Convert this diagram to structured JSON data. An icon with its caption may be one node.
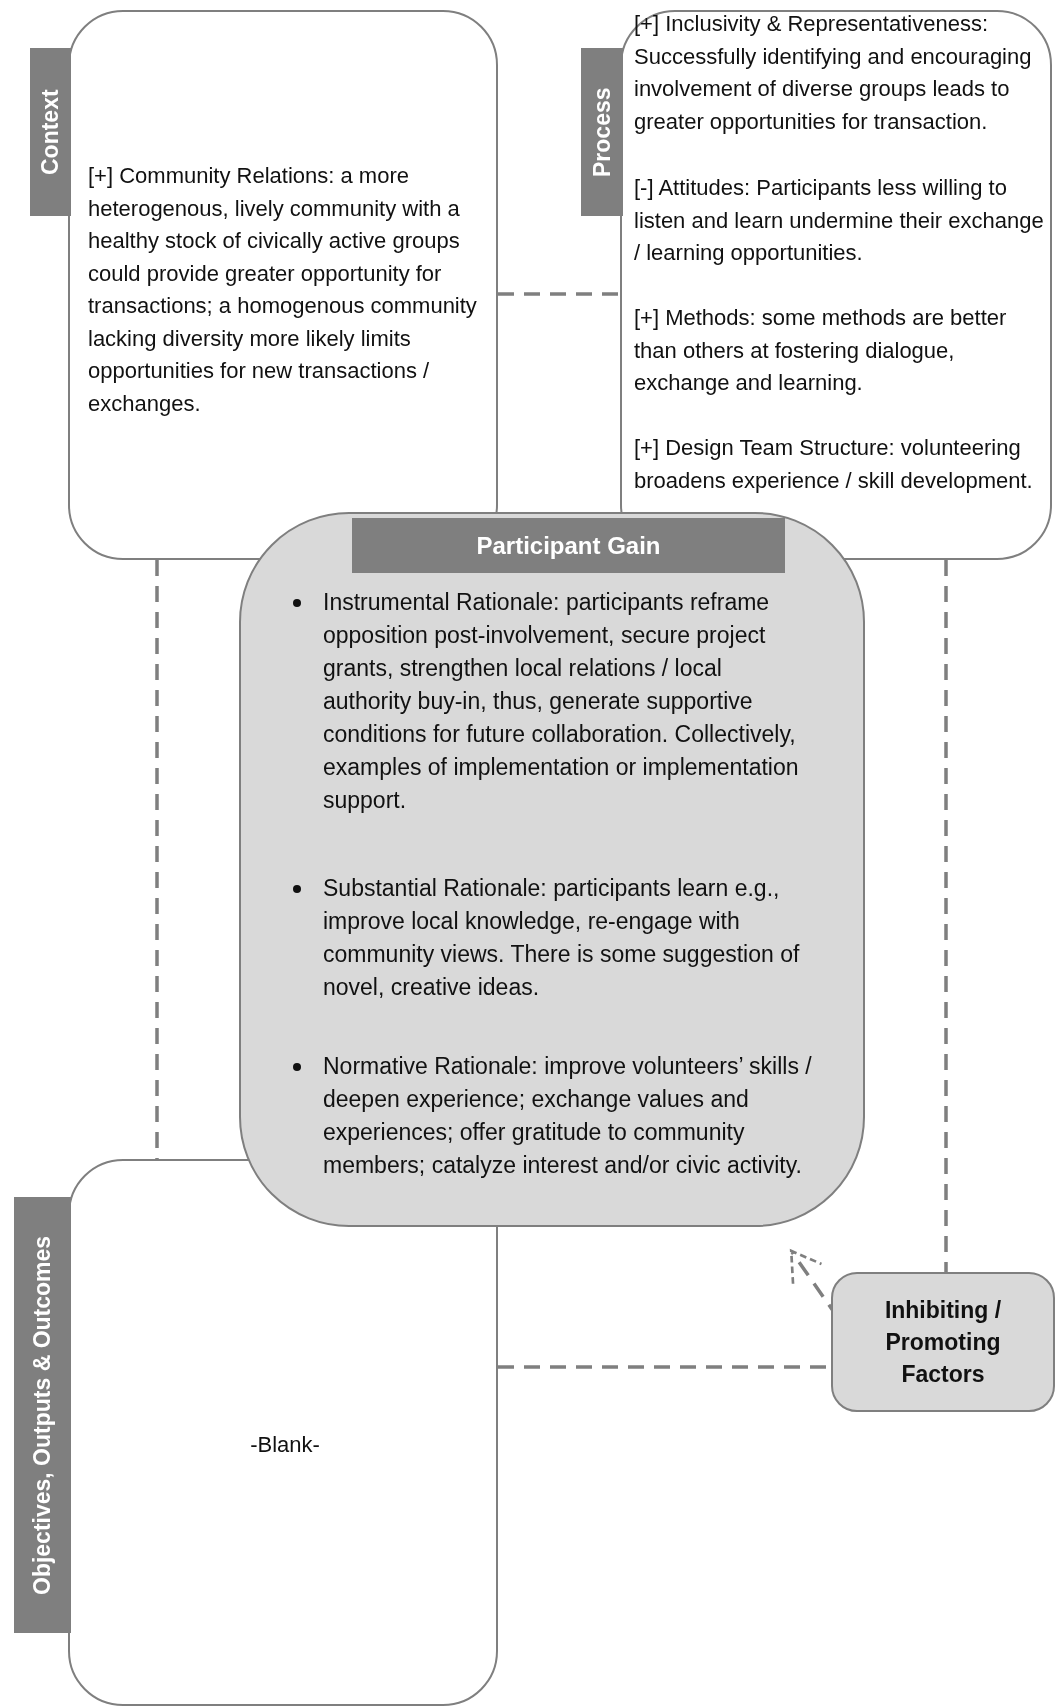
{
  "diagram": {
    "nodes": [
      {
        "text": [
          "Context",
          "[+] Community Relations: a more heterogenous, lively community with a healthy stock of civically active groups could provide greater opportunity for transactions; a homogenous community lacking diversity more likely limits opportunities for new transactions / exchanges."
        ]
      },
      {
        "text": [
          "Process",
          "[+] Inclusivity & Representativeness: Successfully identifying and encouraging involvement of diverse groups leads to greater opportunities for transaction.",
          "[-] Attitudes: Participants less willing to listen and learn undermine their exchange / learning opportunities.",
          "[+] Methods: some methods are better than others at fostering dialogue, exchange and learning.",
          "[+] Design Team Structure: volunteering broadens experience / skill development."
        ]
      },
      {
        "text": [
          "Participant Gain",
          "Instrumental Rationale: participants reframe opposition post-involvement, secure project grants, strengthen local relations / local authority buy-in, thus, generate supportive conditions for future collaboration. Collectively, examples of implementation or implementation support.",
          "Substantial Rationale: participants learn e.g., improve local knowledge, re-engage with community views. There is some suggestion of novel, creative ideas.",
          "Normative Rationale: improve volunteers’ skills / deepen experience; exchange values and experiences; offer gratitude to community members; catalyze interest and/or civic activity."
        ]
      },
      {
        "text": [
          "Objectives, Outputs & Outcomes",
          "-Blank-"
        ]
      },
      {
        "text": [
          "Inhibiting / Promoting Factors"
        ]
      }
    ],
    "edges": [
      {
        "from": 0,
        "to": 1,
        "arrow": "none",
        "style": "dashed"
      },
      {
        "from": 0,
        "to": 3,
        "arrow": "none",
        "style": "dashed"
      },
      {
        "from": 1,
        "to": 4,
        "arrow": "none",
        "style": "dashed"
      },
      {
        "from": 3,
        "to": 4,
        "arrow": "none",
        "style": "dashed"
      },
      {
        "from": 4,
        "to": 2,
        "arrow": "to",
        "style": "dashed"
      }
    ]
  }
}
